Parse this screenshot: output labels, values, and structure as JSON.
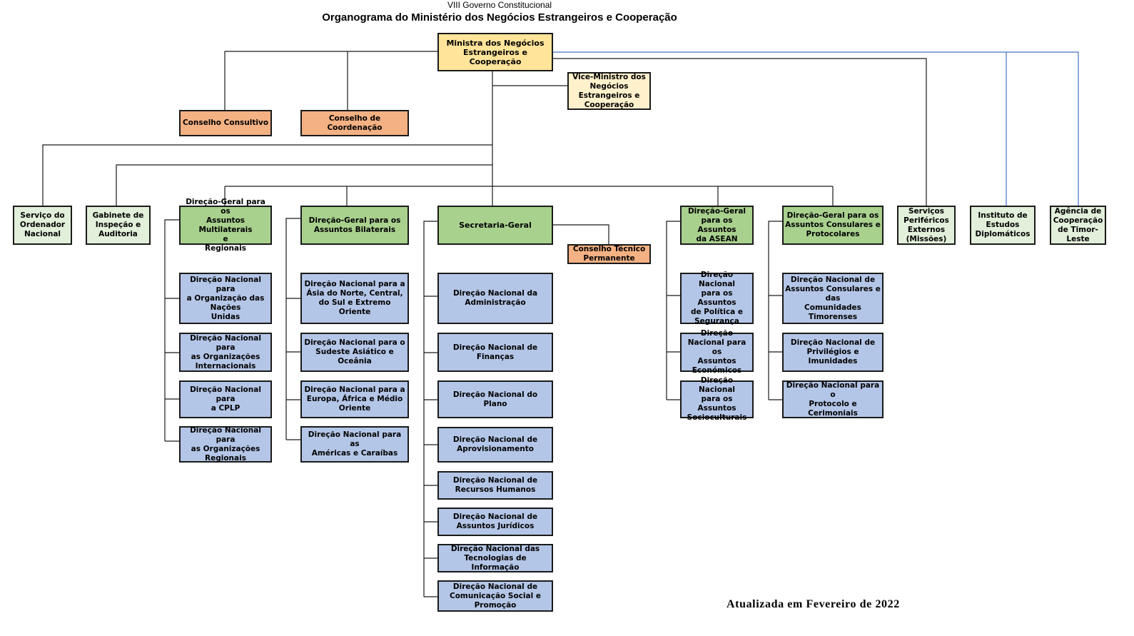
{
  "header": {
    "supertitle": "VIII Governo Constitucional",
    "title": "Organograma do Ministério dos Negócios Estrangeiros e Cooperação"
  },
  "footer": {
    "updated": "Atualizada em Fevereiro de 2022"
  },
  "colors": {
    "minister": "#ffe49a",
    "vice_minister": "#fff1cc",
    "council": "#f4b183",
    "directorate_general": "#a9d18e",
    "autonomous_service": "#e2efda",
    "national_directorate": "#b4c6e7",
    "connector": "#1a1a1a",
    "external_connector": "#4472c4"
  },
  "nodes": {
    "minister": "Ministra dos Negócios\nEstrangeiros e Cooperação",
    "vice_minister": "Vice-Ministro dos\nNegócios\nEstrangeiros e\nCooperação",
    "conselho_consultivo": "Conselho Consultivo",
    "conselho_coordenacao": "Conselho de Coordenação",
    "servico_ordenador": "Serviço do\nOrdenador\nNacional",
    "gabinete_inspecao": "Gabinete de\nInspeção e\nAuditoria",
    "servicos_perifericos": "Serviços\nPeriféricos\nExternos\n(Missões)",
    "instituto_estudos": "Instituto de\nEstudos\nDiplomáticos",
    "agencia_cooperacao": "Agência de\nCooperação\nde Timor-\nLeste",
    "dg_multilaterais": {
      "title": "Direção-Geral para os\nAssuntos Multilaterais\ne\nRegionais",
      "children": [
        "Direção Nacional para\na Organização das\nNações\nUnidas",
        "Direção Nacional para\nas Organizações\nInternacionais",
        "Direção Nacional para\na CPLP",
        "Direção Nacional para\nas Organizações\nRegionais"
      ]
    },
    "dg_bilaterais": {
      "title": "Direção-Geral para os\nAssuntos Bilaterais",
      "children": [
        "Direção Nacional para a\nÁsia do Norte, Central,\ndo Sul e Extremo Oriente",
        "Direção Nacional para o\nSudeste Asiático e\nOceânia",
        "Direção Nacional para a\nEuropa, África e Médio\nOriente",
        "Direção Nacional para as\nAméricas e Caraíbas"
      ]
    },
    "secretaria_geral": {
      "title": "Secretaria-Geral",
      "council": "Conselho Técnico\nPermanente",
      "children": [
        "Direção Nacional da\nAdministração",
        "Direção Nacional de\nFinanças",
        "Direção Nacional do Plano",
        "Direção Nacional de\nAprovisionamento",
        "Direção Nacional de\nRecursos Humanos",
        "Direção Nacional de\nAssuntos Jurídicos",
        "Direção Nacional das\nTecnologias de Informação",
        "Direção Nacional de\nComunicação Social e\nPromoção"
      ]
    },
    "dg_asean": {
      "title": "Direção-Geral\npara os Assuntos\nda ASEAN",
      "children": [
        "Direção Nacional\npara os Assuntos\nde Política e\nSegurança",
        "Direção\nNacional para os\nAssuntos\nEconómicos",
        "Direção Nacional\npara os Assuntos\nSocioculturais"
      ]
    },
    "dg_consulares": {
      "title": "Direção-Geral para os\nAssuntos Consulares e\nProtocolares",
      "children": [
        "Direção Nacional de\nAssuntos Consulares e\ndas\nComunidades\nTimorenses",
        "Direção Nacional de\nPrivilégios e Imunidades",
        "Direção Nacional para o\nProtocolo e Cerimoniais"
      ]
    }
  }
}
